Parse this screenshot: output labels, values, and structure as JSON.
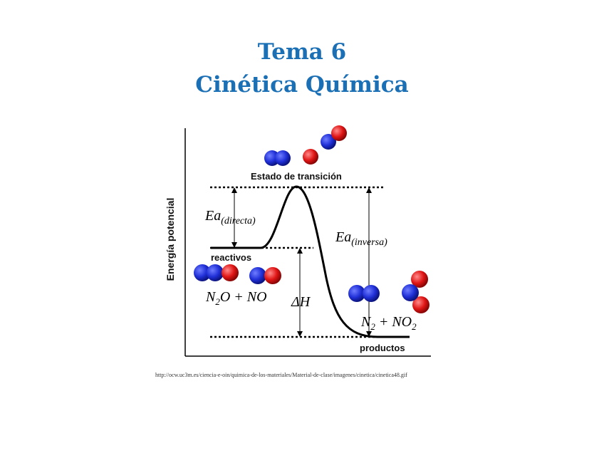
{
  "title_line1": "Tema 6",
  "title_line2": "Cinética Química",
  "diagram": {
    "y_axis_label": "Energía potencial",
    "transition_state_label": "Estado de transición",
    "reactants_label": "reactivos",
    "products_label": "productos",
    "ea_forward": {
      "base": "Ea",
      "subscript": "(directa)"
    },
    "ea_reverse": {
      "base": "Ea",
      "subscript": "(inversa)"
    },
    "delta_h": "ΔH",
    "reactants_formula": {
      "a": "N",
      "a_sub": "2",
      "b": "O + NO"
    },
    "products_formula": {
      "a": "N",
      "a_sub": "2",
      "b": " + NO",
      "b_sub": "2"
    }
  },
  "colors": {
    "title": "#1a6fb5",
    "nitrogen": "#1f2fd6",
    "oxygen": "#e01515"
  },
  "source_url": "http://ocw.uc3m.es/ciencia-e-oin/quimica-de-los-materiales/Material-de-clase/imagenes/cinetica/cinetica48.gif"
}
